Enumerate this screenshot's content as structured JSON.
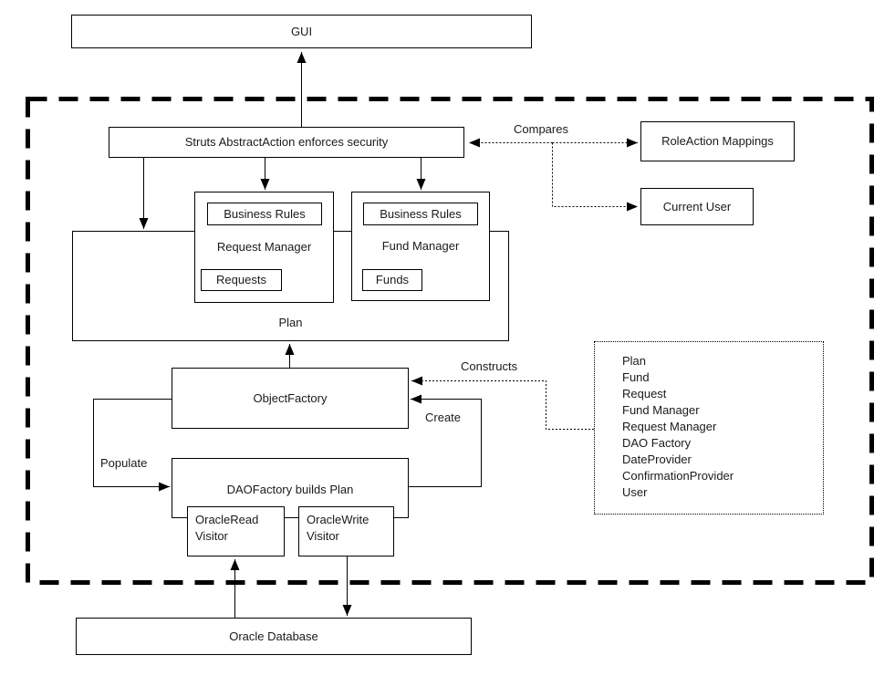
{
  "diagram": {
    "title_context": "Struts application architecture diagram",
    "nodes": {
      "gui": {
        "label": "GUI"
      },
      "struts": {
        "label": "Struts AbstractAction enforces security"
      },
      "role_action": {
        "label": "RoleAction Mappings"
      },
      "current_user": {
        "label": "Current User"
      },
      "plan": {
        "label": "Plan"
      },
      "request_manager": {
        "label": "Request Manager",
        "business_rules": "Business Rules",
        "requests": "Requests"
      },
      "fund_manager": {
        "label": "Fund Manager",
        "business_rules": "Business Rules",
        "funds": "Funds"
      },
      "object_factory": {
        "label": "ObjectFactory"
      },
      "dao_factory": {
        "label": "DAOFactory builds Plan"
      },
      "oracle_read": {
        "line1": "OracleRead",
        "line2": "Visitor"
      },
      "oracle_write": {
        "line1": "OracleWrite",
        "line2": "Visitor"
      },
      "oracle_db": {
        "label": "Oracle Database"
      }
    },
    "edge_labels": {
      "compares": "Compares",
      "constructs": "Constructs",
      "create": "Create",
      "populate": "Populate"
    },
    "constructs_list": [
      "Plan",
      "Fund",
      "Request",
      "Fund Manager",
      "Request Manager",
      "DAO Factory",
      "DateProvider",
      "ConfirmationProvider",
      "User"
    ],
    "colors": {
      "line": "#000000",
      "text": "#1a1a1a",
      "background": "#ffffff"
    }
  }
}
